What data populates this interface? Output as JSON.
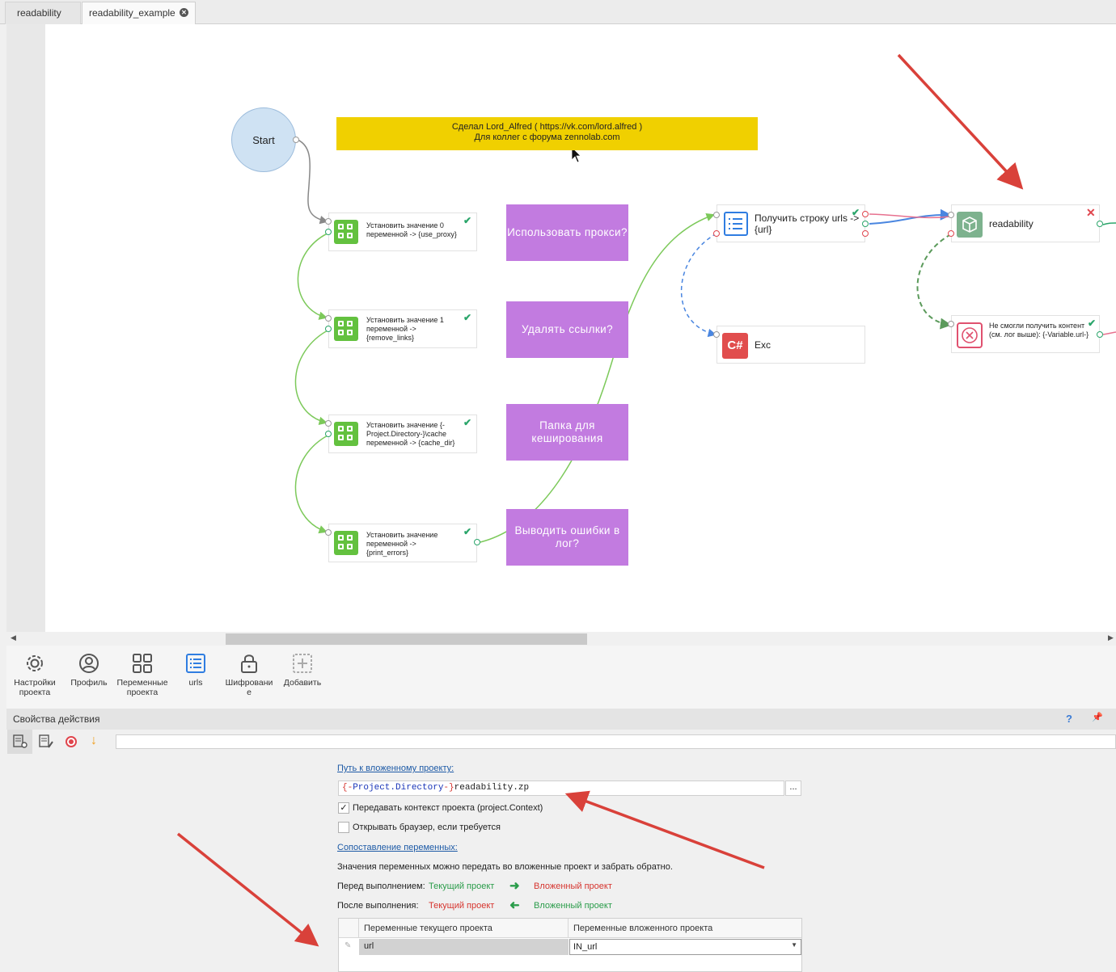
{
  "tabs": [
    {
      "label": "readability"
    },
    {
      "label": "readability_example"
    }
  ],
  "canvas": {
    "start_label": "Start",
    "note_line1": "Сделал Lord_Alfred ( https://vk.com/lord.alfred )",
    "note_line2": "Для коллег с форума zennolab.com",
    "actions": [
      {
        "text": "Установить значение 0 переменной -> {use_proxy}"
      },
      {
        "text": "Установить значение 1 переменной -> {remove_links}"
      },
      {
        "text": "Установить значение {-Project.Directory-}\\cache переменной -> {cache_dir}"
      },
      {
        "text": "Установить значение переменной -> {print_errors}"
      }
    ],
    "purple_blocks": [
      {
        "text": "Использовать прокси?"
      },
      {
        "text": "Удалять ссылки?"
      },
      {
        "text": "Папка для кеширования"
      },
      {
        "text": "Выводить ошибки в лог?"
      }
    ],
    "get_urls_label": "Получить строку urls -> {url}",
    "exc_icon_text": "C#",
    "exc_label": "Exc",
    "readability_label": "readability",
    "error_node_text": "Не смогли получить контент (см. лог выше): {-Variable.url-}"
  },
  "toolbar": {
    "items": [
      {
        "label": "Настройки проекта",
        "icon": "gear-icon"
      },
      {
        "label": "Профиль",
        "icon": "user-icon"
      },
      {
        "label": "Переменные проекта",
        "icon": "grid-icon"
      },
      {
        "label": "urls",
        "icon": "list-icon"
      },
      {
        "label": "Шифровани е",
        "icon": "lock-icon"
      },
      {
        "label": "Добавить",
        "icon": "add-icon"
      }
    ]
  },
  "props": {
    "title": "Свойства действия",
    "help": "?",
    "path_label": "Путь к вложенному проекту:",
    "path_var_open": "{-",
    "path_var_name": "Project.Directory",
    "path_var_close": "-}",
    "path_file": "readability.zp",
    "browse_button": "...",
    "pass_context_label": "Передавать контекст проекта (project.Context)",
    "pass_context_checked": true,
    "open_browser_label": "Открывать браузер, если требуется",
    "open_browser_checked": false,
    "mapping_label": "Сопоставление переменных:",
    "mapping_desc": "Значения переменных можно передать во вложенные проект и забрать обратно.",
    "before_label": "Перед выполнением:",
    "after_label": "После выполнения:",
    "current_project": "Текущий проект",
    "nested_project": "Вложенный проект",
    "table": {
      "col1": "Переменные текущего проекта",
      "col2": "Переменные вложенного проекта",
      "rows": [
        {
          "current": "url",
          "nested": "IN_url"
        }
      ]
    }
  },
  "colors": {
    "accent_green": "#63c13f",
    "purple": "#c27be0",
    "note_yellow": "#f0d000",
    "start_blue": "#cfe2f3",
    "annotation_red": "#d9413a"
  }
}
